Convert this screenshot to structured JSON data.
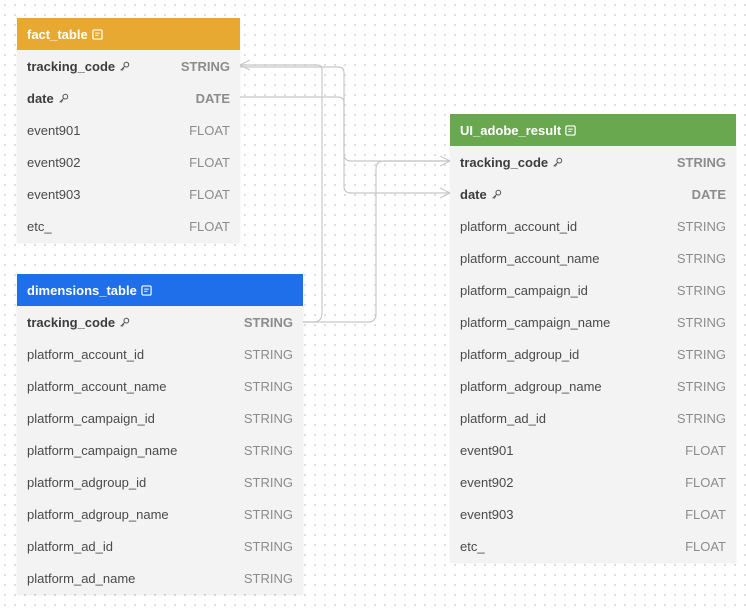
{
  "tables": {
    "fact": {
      "name": "fact_table",
      "header_color": "#e8a933",
      "columns": [
        {
          "name": "tracking_code",
          "type": "STRING",
          "key": true
        },
        {
          "name": "date",
          "type": "DATE",
          "key": true
        },
        {
          "name": "event901",
          "type": "FLOAT"
        },
        {
          "name": "event902",
          "type": "FLOAT"
        },
        {
          "name": "event903",
          "type": "FLOAT"
        },
        {
          "name": "etc_",
          "type": "FLOAT"
        }
      ]
    },
    "dimensions": {
      "name": "dimensions_table",
      "header_color": "#1f6feb",
      "columns": [
        {
          "name": "tracking_code",
          "type": "STRING",
          "key": true
        },
        {
          "name": "platform_account_id",
          "type": "STRING"
        },
        {
          "name": "platform_account_name",
          "type": "STRING"
        },
        {
          "name": "platform_campaign_id",
          "type": "STRING"
        },
        {
          "name": "platform_campaign_name",
          "type": "STRING"
        },
        {
          "name": "platform_adgroup_id",
          "type": "STRING"
        },
        {
          "name": "platform_adgroup_name",
          "type": "STRING"
        },
        {
          "name": "platform_ad_id",
          "type": "STRING"
        },
        {
          "name": "platform_ad_name",
          "type": "STRING"
        }
      ]
    },
    "result": {
      "name": "UI_adobe_result",
      "header_color": "#6aa84f",
      "columns": [
        {
          "name": "tracking_code",
          "type": "STRING",
          "key": true
        },
        {
          "name": "date",
          "type": "DATE",
          "key": true
        },
        {
          "name": "platform_account_id",
          "type": "STRING"
        },
        {
          "name": "platform_account_name",
          "type": "STRING"
        },
        {
          "name": "platform_campaign_id",
          "type": "STRING"
        },
        {
          "name": "platform_campaign_name",
          "type": "STRING"
        },
        {
          "name": "platform_adgroup_id",
          "type": "STRING"
        },
        {
          "name": "platform_adgroup_name",
          "type": "STRING"
        },
        {
          "name": "platform_ad_id",
          "type": "STRING"
        },
        {
          "name": "event901",
          "type": "FLOAT"
        },
        {
          "name": "event902",
          "type": "FLOAT"
        },
        {
          "name": "event903",
          "type": "FLOAT"
        },
        {
          "name": "etc_",
          "type": "FLOAT"
        }
      ]
    }
  },
  "relationships": [
    {
      "from": "fact_table.tracking_code",
      "to": "UI_adobe_result.tracking_code"
    },
    {
      "from": "fact_table.date",
      "to": "UI_adobe_result.date"
    },
    {
      "from": "dimensions_table.tracking_code",
      "to": "UI_adobe_result.tracking_code"
    }
  ]
}
